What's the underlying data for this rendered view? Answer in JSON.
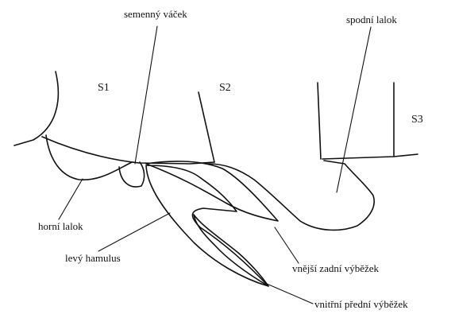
{
  "segments": {
    "s1": "S1",
    "s2": "S2",
    "s3": "S3"
  },
  "labels": {
    "semenny_vacek": "semenný váček",
    "spodni_lalok": "spodní lalok",
    "horni_lalok": "horní lalok",
    "levy_hamulus": "levý hamulus",
    "vnejsi_zadni_vybezek": "vnější zadní výběžek",
    "vnitrni_predni_vybezek": "vnitřní přední výběžek"
  },
  "colors": {
    "ink": "#111111",
    "background": "#ffffff"
  }
}
